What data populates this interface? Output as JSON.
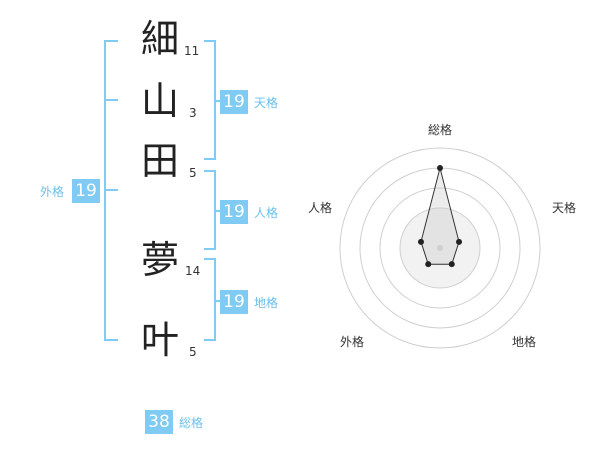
{
  "name_chars": [
    {
      "char": "細",
      "strokes": "11"
    },
    {
      "char": "山",
      "strokes": "3"
    },
    {
      "char": "田",
      "strokes": "5"
    },
    {
      "char": "夢",
      "strokes": "14"
    },
    {
      "char": "叶",
      "strokes": "5"
    }
  ],
  "fortunes": {
    "tenkaku": {
      "value": "19",
      "label": "天格"
    },
    "jinkaku": {
      "value": "19",
      "label": "人格"
    },
    "chikaku": {
      "value": "19",
      "label": "地格"
    },
    "gaikaku": {
      "value": "19",
      "label": "外格"
    },
    "soukaku": {
      "value": "38",
      "label": "総格"
    }
  },
  "colors": {
    "accent": "#7fcbf3",
    "label": "#6cc0ec"
  },
  "chart_data": {
    "type": "radar",
    "axes": [
      "総格",
      "天格",
      "地格",
      "外格",
      "人格"
    ],
    "values": [
      4,
      1,
      1,
      1,
      1
    ],
    "max": 5,
    "rings": 4
  }
}
